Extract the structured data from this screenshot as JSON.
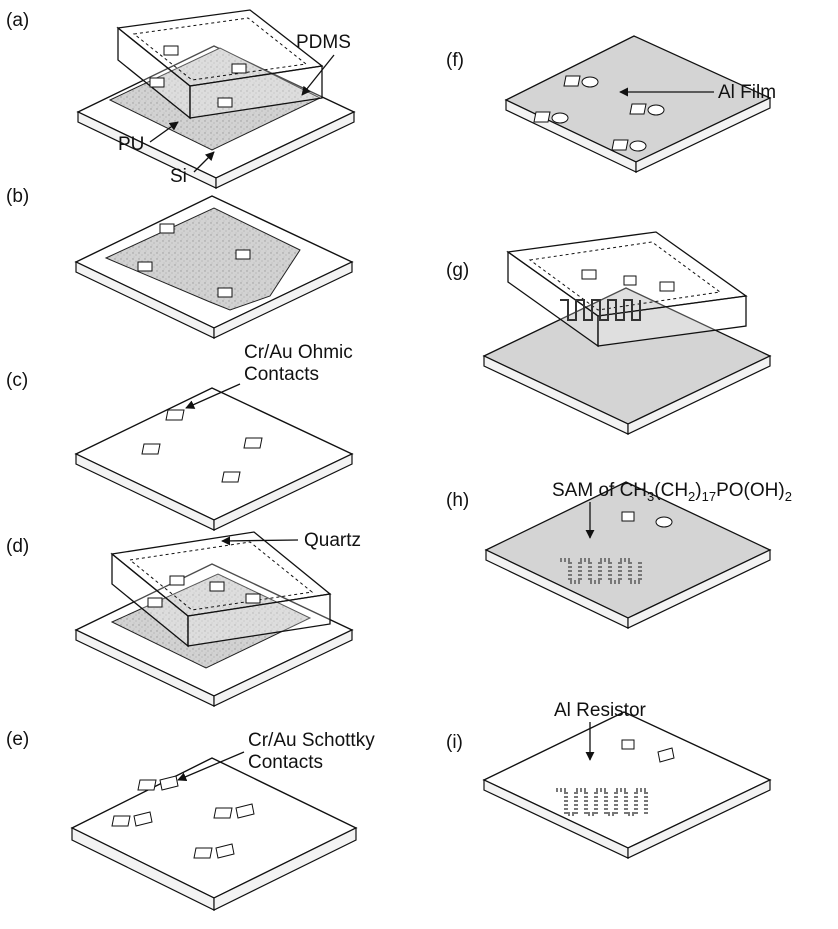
{
  "panels": [
    "(a)",
    "(b)",
    "(c)",
    "(d)",
    "(e)",
    "(f)",
    "(g)",
    "(h)",
    "(i)"
  ],
  "labels": {
    "pdms": "PDMS",
    "pu": "PU",
    "si": "Si",
    "ohmic_line1": "Cr/Au Ohmic",
    "ohmic_line2": "Contacts",
    "quartz": "Quartz",
    "schottky_line1": "Cr/Au Schottky",
    "schottky_line2": "Contacts",
    "al_film": "Al Film",
    "sam_prefix": "SAM of CH",
    "sam_sub1": "3",
    "sam_mid": "(CH",
    "sam_sub2": "2",
    "sam_par": ")",
    "sam_sub3": "17",
    "sam_suffix": "PO(OH)",
    "sam_sub4": "2",
    "al_resistor": "Al Resistor"
  }
}
